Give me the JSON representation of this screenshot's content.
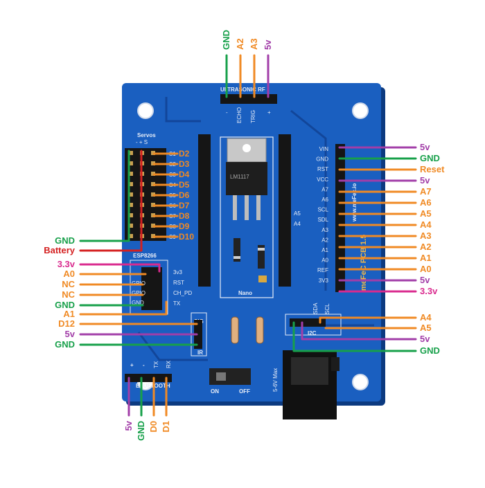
{
  "colors": {
    "pcb": "#1a5fc0",
    "pcb_dark": "#12469a",
    "gnd": "#17a04a",
    "power5v": "#a23ea8",
    "power3v3": "#d92a8e",
    "signal": "#f08a24",
    "battery": "#d42020",
    "header": "#151515"
  },
  "wire_labels": {
    "top": {
      "gnd": "GND",
      "a2": "A2",
      "a3": "A3",
      "v5": "5v"
    },
    "left": {
      "gnd": "GND",
      "battery": "Battery",
      "v3_3": "3.3v",
      "a0": "A0",
      "nc1": "NC",
      "nc2": "NC",
      "gnd2": "GND",
      "a1": "A1",
      "d12": "D12",
      "v5": "5v",
      "gnd3": "GND"
    },
    "right": {
      "v5_a": "5v",
      "gnd": "GND",
      "reset": "Reset",
      "v5_b": "5v",
      "a7": "A7",
      "a6": "A6",
      "a5": "A5",
      "a4": "A4",
      "a3": "A3",
      "a2": "A2",
      "a1": "A1",
      "a0": "A0",
      "v5_c": "5v",
      "v3_3": "3.3v",
      "i2c_a4": "A4",
      "i2c_a5": "A5",
      "i2c_5v": "5v",
      "i2c_gnd": "GND"
    },
    "bottom": {
      "v5": "5v",
      "gnd": "GND",
      "d0": "D0",
      "d1": "D1"
    }
  },
  "servo_pins": [
    "D2",
    "D3",
    "D4",
    "D5",
    "D6",
    "D7",
    "D8",
    "D9",
    "D10"
  ],
  "servo_nums": [
    "S1",
    "S2",
    "S3",
    "S4",
    "S5",
    "S6",
    "S7",
    "S8",
    "S9"
  ],
  "silkscreen": {
    "ultrasonic": "ULTRASONIC RF",
    "ultra_pins": [
      "-",
      "ECHO",
      "TRIG",
      "+"
    ],
    "servos": "Servos",
    "servo_polarity": "-  +  S",
    "esp": "ESP8266",
    "esp_pins": [
      "3v3",
      "RST",
      "CH_PD",
      "TX"
    ],
    "esp_left": [
      "GPIO",
      "GPIO",
      "GND"
    ],
    "nano": "Nano",
    "nano_right": [
      "VIN",
      "GND",
      "RST",
      "VCC",
      "A7",
      "A6",
      "SCL",
      "SDL",
      "A3",
      "A2",
      "A1",
      "A0",
      "REF",
      "3V3"
    ],
    "nano_mid": [
      "A5",
      "A4"
    ],
    "board_name": "meFeC PCB 1.5",
    "url": "www.meFec.io",
    "sig": "SIG",
    "ir": "IR",
    "i2c": "I2C",
    "i2c_pins": [
      "SDA",
      "SCL"
    ],
    "bluetooth": "BLUETOOTH",
    "bt_pins": [
      "+",
      "-",
      "TX",
      "RX"
    ],
    "switch_on": "ON",
    "switch_off": "OFF",
    "power_in": "5-6V Max",
    "chip_marking": "LM1117"
  }
}
